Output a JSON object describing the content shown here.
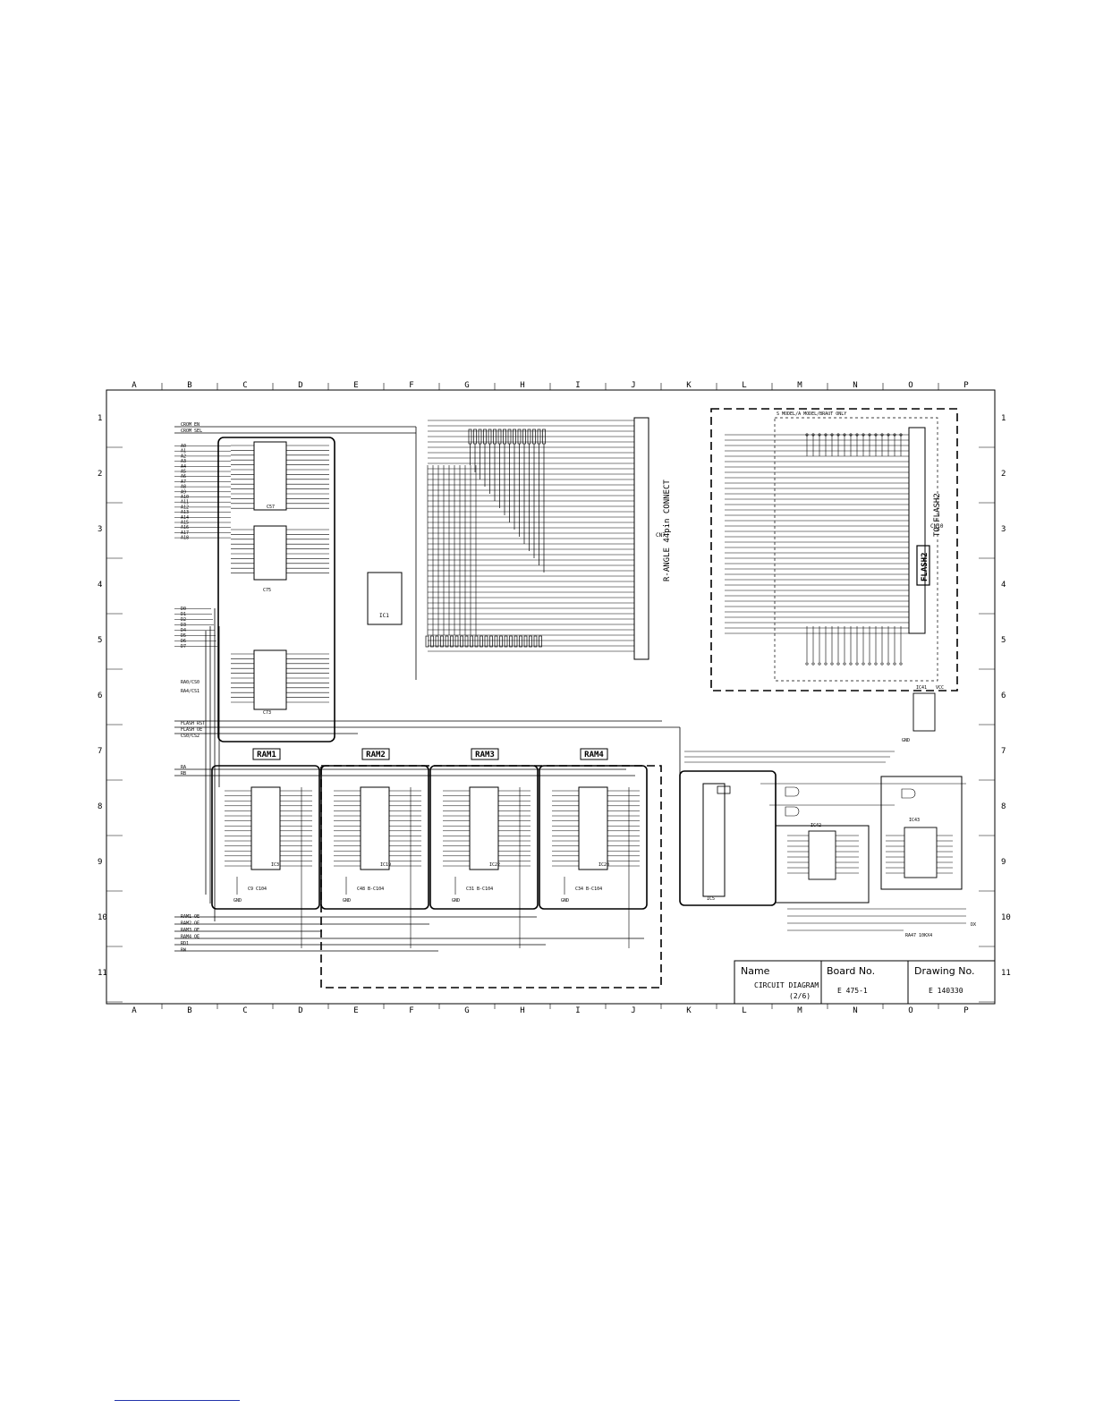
{
  "grid": {
    "columns": [
      "A",
      "B",
      "C",
      "D",
      "E",
      "F",
      "G",
      "H",
      "I",
      "J",
      "K",
      "L",
      "M",
      "N",
      "O",
      "P"
    ],
    "rows": [
      "1",
      "2",
      "3",
      "4",
      "5",
      "6",
      "7",
      "8",
      "9",
      "10",
      "11"
    ]
  },
  "blocks": {
    "ram1": "RAM1",
    "ram2": "RAM2",
    "ram3": "RAM3",
    "ram4": "RAM4",
    "flash2": "FLASH2",
    "connector": "R-ANGLE 44pin CONNECT",
    "to_flash": "TO FLASH2",
    "model_note": "S MODEL/A MODEL/BRAUT ONLY"
  },
  "title_block": {
    "name_label": "Name",
    "name_value": "CIRCUIT DIAGRAM",
    "sheet": "(2/6)",
    "board_label": "Board No.",
    "board_value": "E 475-1",
    "drawing_label": "Drawing No.",
    "drawing_value": "E 140330"
  },
  "signals": {
    "left_top": [
      "CROM EN",
      "CROM SEL"
    ],
    "left_addr": [
      "A0",
      "A1",
      "A2",
      "A3",
      "A4",
      "A5",
      "A6",
      "A7",
      "A8",
      "A9",
      "A10",
      "A11",
      "A12",
      "A13",
      "A14",
      "A15",
      "A16",
      "A17",
      "A18"
    ],
    "left_data": [
      "D0",
      "D1",
      "D2",
      "D3",
      "D4",
      "D5",
      "D6",
      "D7"
    ],
    "left_mid": [
      "RA0/CS0",
      "RA4/CS1"
    ],
    "left_flash": [
      "FLASH RST",
      "FLASH OE",
      "CS0/CS2"
    ],
    "left_sel": [
      "RA",
      "RB"
    ],
    "left_bottom": [
      "RAM1 OE",
      "RAM2 OE",
      "RAM3 OE",
      "RAM4 OE",
      "RD1",
      "RW"
    ]
  },
  "parts": {
    "ic_rom1": "C57",
    "ic_rom2": "C75",
    "ic_rom3": "C73",
    "ic_center": "IC1",
    "cn7": "CN7",
    "cn10": "CN10",
    "ic41": "IC41",
    "ic43": "IC43",
    "ic42": "IC42",
    "ic5": "IC5",
    "ram_ic": [
      "IC3",
      "IC19",
      "IC22",
      "IC20"
    ],
    "ram_caps": [
      "C9 C104",
      "C48 B-C104",
      "C31 B-C104",
      "C34 B-C104"
    ],
    "vcc": "VCC",
    "gnd": "GND",
    "dx": "DX",
    "ra47": "RA47 10KX4"
  }
}
